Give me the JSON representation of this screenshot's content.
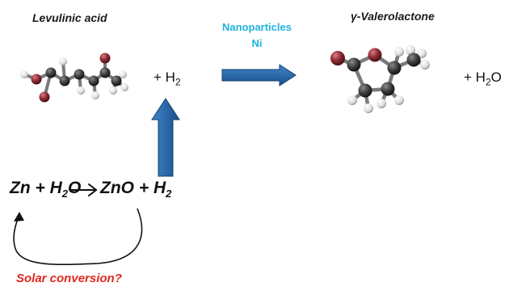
{
  "reactant": {
    "name": "Levulinic acid"
  },
  "product": {
    "name": "γ-Valerolactone"
  },
  "catalyst": {
    "line1": "Nanoparticles",
    "line2": "Ni"
  },
  "hydrogen_term": {
    "plus": "+ H",
    "sub": "2"
  },
  "water_term": {
    "plus": "+ H",
    "sub": "2",
    "tail": "O"
  },
  "equation": {
    "zn": "Zn",
    "plus1": "+",
    "h2o_h": "H",
    "h2o_sub": "2",
    "h2o_o": "O",
    "zno": "ZnO",
    "plus2": "+",
    "h2_h": "H",
    "h2_sub": "2"
  },
  "solar_label": "Solar conversion?",
  "colors": {
    "block_arrow": "#1f63a8",
    "catalyst_text": "#1fb3e0",
    "solar_text": "#e0281e",
    "atom_carbon": "#3a3a3a",
    "atom_oxygen": "#8c2a33",
    "atom_hydrogen": "#e9e9e9"
  },
  "icons": {
    "reaction_arrow": "horizontal-block-arrow",
    "hydrogen_supply_arrow": "vertical-block-arrow",
    "equation_arrow": "right-arrow",
    "recycle_loop": "curved-return-arrow"
  }
}
